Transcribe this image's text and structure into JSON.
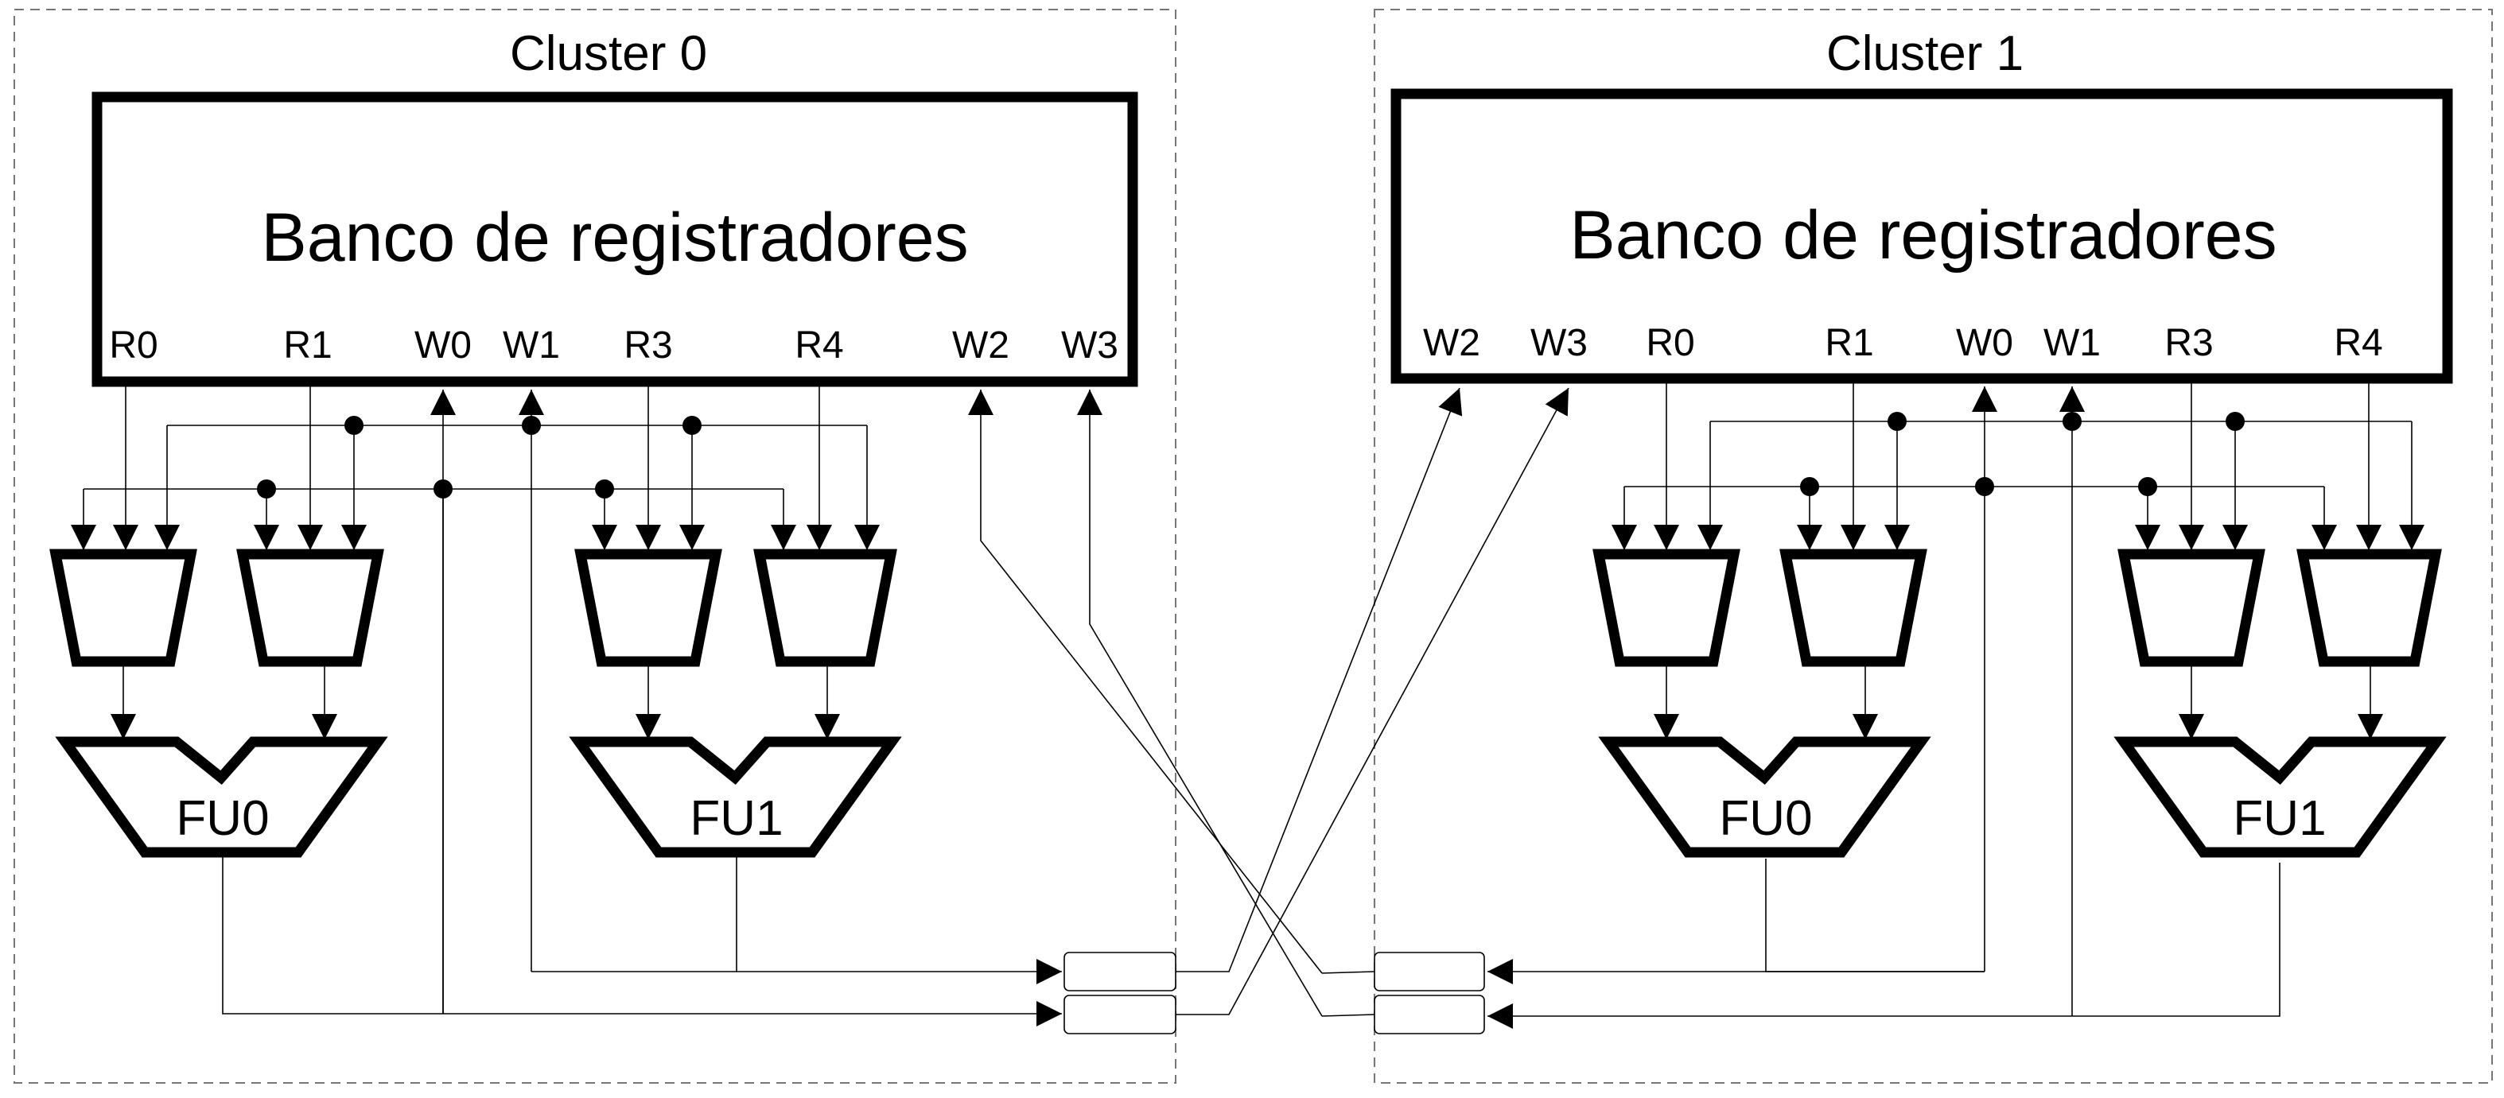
{
  "clusters": [
    {
      "title": "Cluster 0",
      "bank_label": "Banco de registradores",
      "ports": [
        "R0",
        "R1",
        "W0",
        "W1",
        "R3",
        "R4",
        "W2",
        "W3"
      ],
      "fus": [
        "FU0",
        "FU1"
      ]
    },
    {
      "title": "Cluster 1",
      "bank_label": "Banco de registradores",
      "ports": [
        "W2",
        "W3",
        "R0",
        "R1",
        "W0",
        "W1",
        "R3",
        "R4"
      ],
      "fus": [
        "FU0",
        "FU1"
      ]
    }
  ]
}
